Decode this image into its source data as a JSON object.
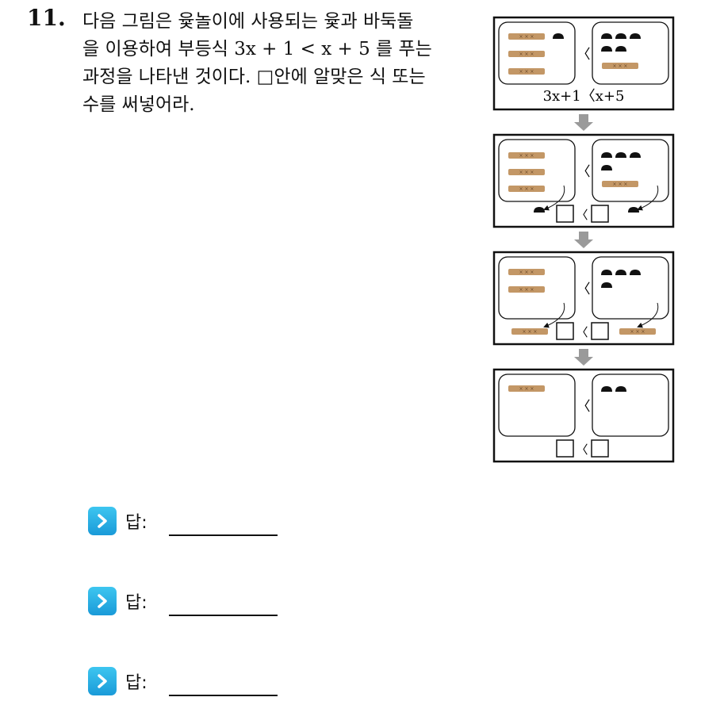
{
  "question": {
    "number": "11.",
    "lines": [
      "다음 그림은 윷놀이에 사용되는 윷과 바둑돌",
      "을 이용하여 부등식 3x + 1 < x + 5 를 푸는",
      "과정을 나타낸 것이다. □안에 알맞은 식 또는",
      "수를 써넣어라."
    ]
  },
  "figure": {
    "caption": "3x+1〈x+5",
    "compare_symbol": "〈",
    "steps": [
      {
        "left_sticks": 3,
        "left_stones": 1,
        "right_stones": 5,
        "right_sticks": 1
      },
      {
        "left_sticks": 3,
        "left_stones": 0,
        "right_stones": 4,
        "right_sticks": 1,
        "removed": "stone"
      },
      {
        "left_sticks": 2,
        "left_stones": 0,
        "right_stones": 4,
        "right_sticks": 0,
        "removed": "stick"
      },
      {
        "left_sticks": 1,
        "left_stones": 0,
        "right_stones": 2,
        "right_sticks": 0
      }
    ]
  },
  "answers": [
    {
      "label": "답:"
    },
    {
      "label": "답:"
    },
    {
      "label": "답:"
    }
  ],
  "colors": {
    "stick": "#c39766",
    "stone": "#111111",
    "arrow": "#9a9a9a",
    "answer_icon": "#29b3e8"
  }
}
